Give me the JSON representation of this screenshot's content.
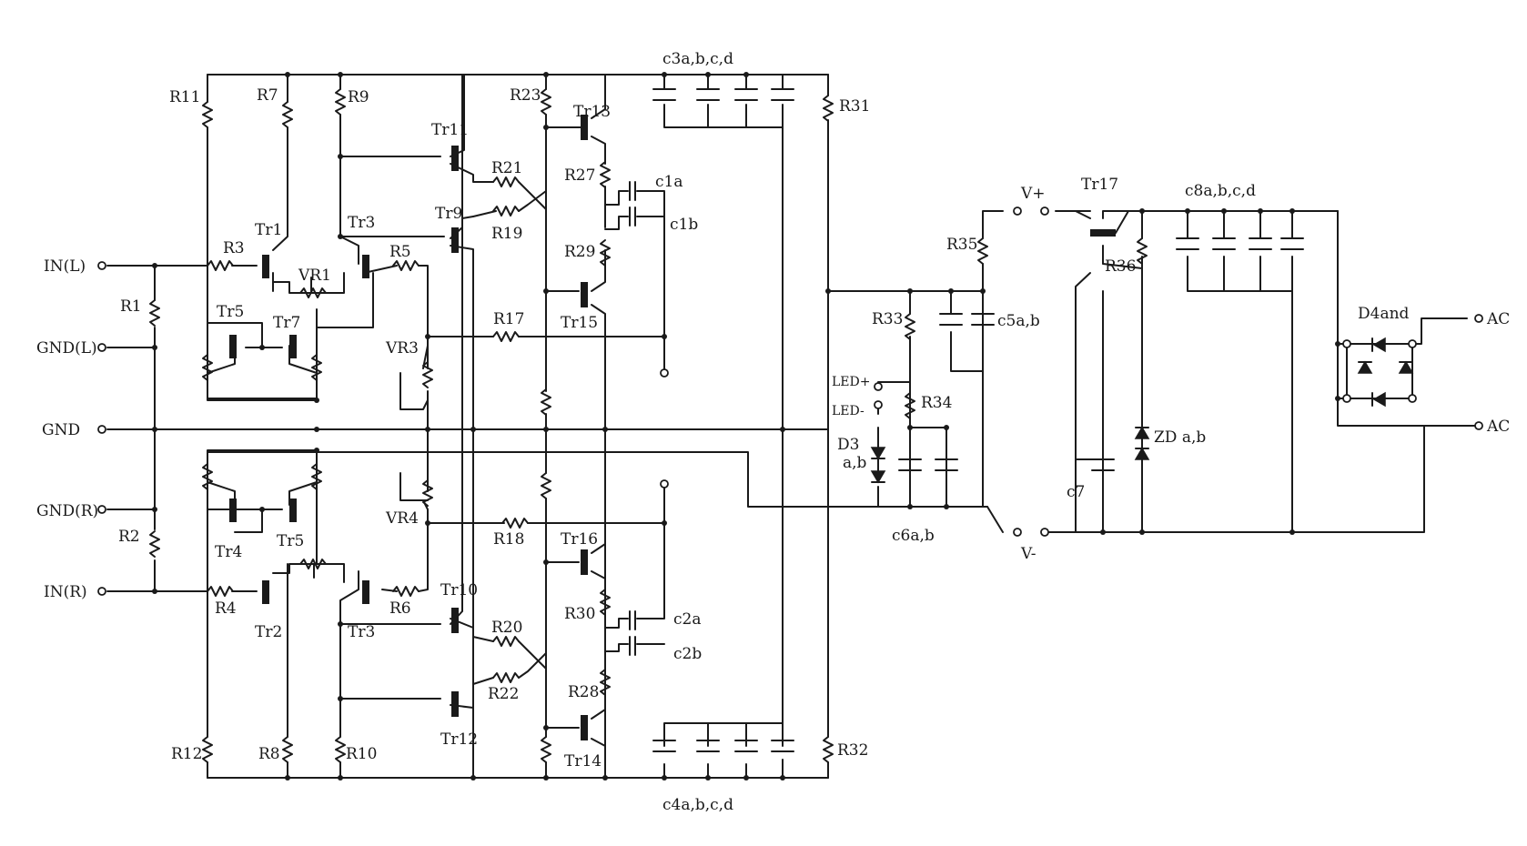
{
  "labels": {
    "c3": "c3a,b,c,d",
    "c4": "c4a,b,c,d",
    "c8": "c8a,b,c,d",
    "r11": "R11",
    "r7": "R7",
    "r9": "R9",
    "r23": "R23",
    "r31": "R31",
    "tr11": "Tr11",
    "tr13": "Tr13",
    "r21": "R21",
    "r27": "R27",
    "c1a": "c1a",
    "c1b": "c1b",
    "tr9": "Tr9",
    "r19": "R19",
    "r29": "R29",
    "tr3_top": "Tr3",
    "tr1": "Tr1",
    "r3": "R3",
    "r5": "R5",
    "vr1": "VR1",
    "r1": "R1",
    "tr15": "Tr15",
    "tr5_top": "Tr5",
    "tr7": "Tr7",
    "r17": "R17",
    "vr3": "VR3",
    "in_l": "IN(L)",
    "gnd_l": "GND(L)",
    "gnd": "GND",
    "gnd_r": "GND(R)",
    "in_r": "IN(R)",
    "r2": "R2",
    "tr4": "Tr4",
    "tr5_bot": "Tr5",
    "vr4": "VR4",
    "r18": "R18",
    "tr16": "Tr16",
    "r4": "R4",
    "tr2": "Tr2",
    "tr3_bot": "Tr3",
    "r6": "R6",
    "tr10": "Tr10",
    "r30": "R30",
    "c2a": "c2a",
    "c2b": "c2b",
    "r20": "R20",
    "r22": "R22",
    "tr12": "Tr12",
    "r28": "R28",
    "tr14": "Tr14",
    "r12": "R12",
    "r8": "R8",
    "r10": "R10",
    "r32": "R32",
    "vplus": "V+",
    "vminus": "V-",
    "tr17": "Tr17",
    "r35": "R35",
    "r36": "R36",
    "r33": "R33",
    "c5": "c5a,b",
    "led_plus": "LED+",
    "led_minus": "LED-",
    "r34": "R34",
    "d3": "D3",
    "d3_ab": "a,b",
    "c6": "c6a,b",
    "zd": "ZD a,b",
    "c7": "c7",
    "d4": "D4and",
    "ac1": "AC",
    "ac2": "AC"
  }
}
